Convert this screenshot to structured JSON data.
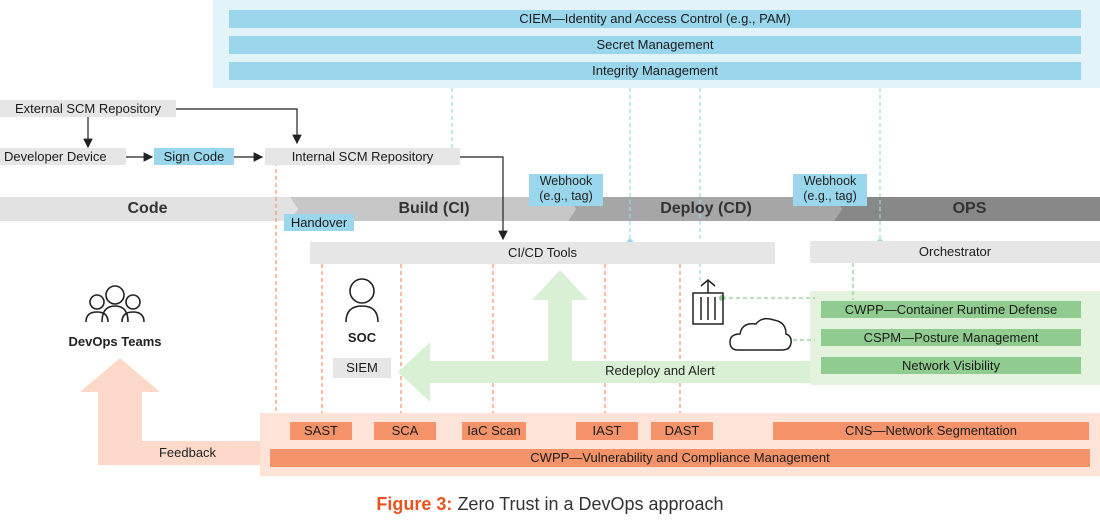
{
  "top_panel": {
    "bars": [
      "CIEM—Identity and Access Control (e.g., PAM)",
      "Secret Management",
      "Integrity Management"
    ]
  },
  "source": {
    "external_scm": "External SCM Repository",
    "developer_device": "Developer Device",
    "sign_code": "Sign Code",
    "internal_scm": "Internal SCM Repository"
  },
  "pipeline": {
    "stages": [
      "Code",
      "Build (CI)",
      "Deploy (CD)",
      "OPS"
    ],
    "handover": "Handover",
    "webhook1": [
      "Webhook",
      "(e.g., tag)"
    ],
    "webhook2": [
      "Webhook",
      "(e.g., tag)"
    ]
  },
  "cicd_tools": "CI/CD Tools",
  "orchestrator": "Orchestrator",
  "ops_panel": [
    "CWPP—Container Runtime Defense",
    "CSPM—Posture Management",
    "Network Visibility"
  ],
  "devops_teams": "DevOps Teams",
  "soc": "SOC",
  "siem": "SIEM",
  "redeploy": "Redeploy and Alert",
  "feedback": "Feedback",
  "tools": [
    "SAST",
    "SCA",
    "IaC Scan",
    "IAST",
    "DAST",
    "CNS—Network Segmentation"
  ],
  "cwpp_vuln": "CWPP—Vulnerability and Compliance Management",
  "caption": {
    "lead": "Figure 3:",
    "text": " Zero Trust in a DevOps approach"
  },
  "colors": {
    "blue": "#9ad7ed",
    "green": "#90cc90",
    "orange": "#f4936a",
    "accent": "#e8541f"
  }
}
